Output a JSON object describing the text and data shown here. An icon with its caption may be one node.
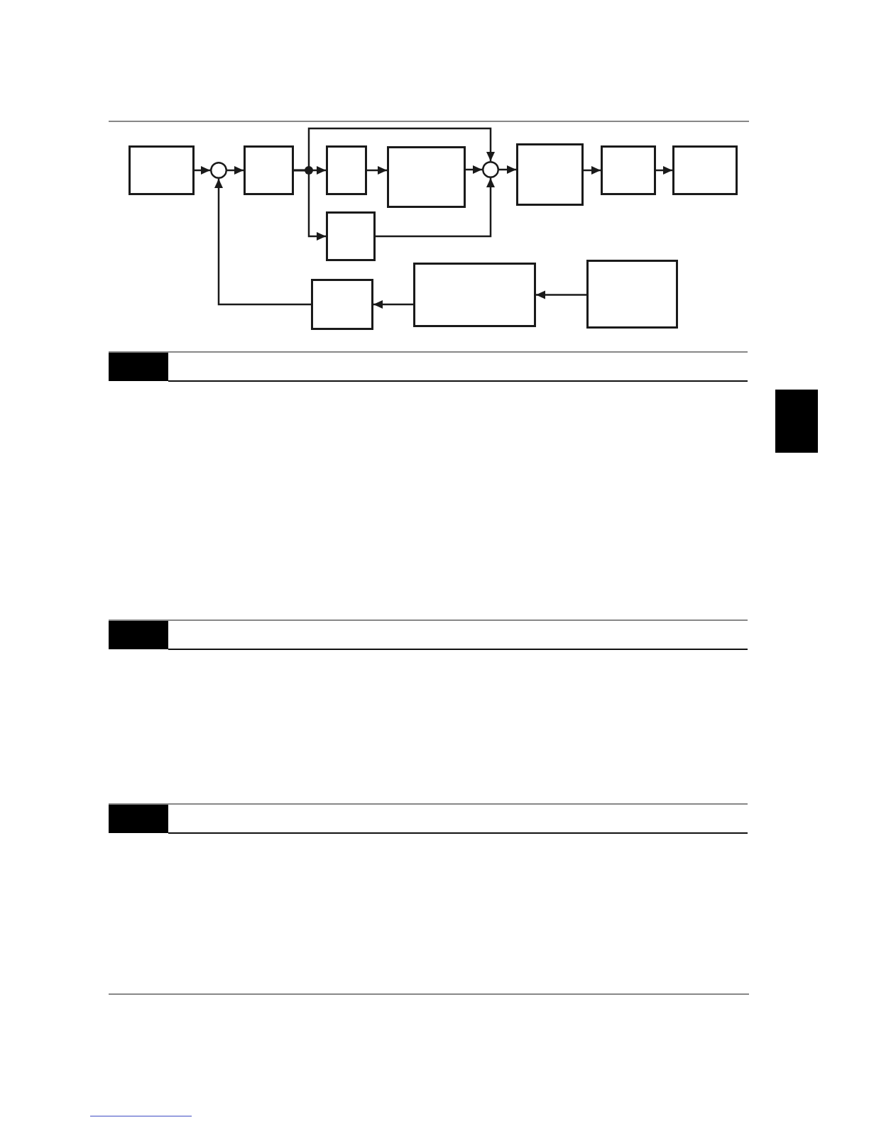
{
  "diagram": {
    "nodes": [
      {
        "text": [],
        "shape": "box"
      },
      {
        "text": [],
        "shape": "circle"
      },
      {
        "text": [],
        "shape": "box"
      },
      {
        "text": [],
        "shape": "box"
      },
      {
        "text": [],
        "shape": "box"
      },
      {
        "text": [],
        "shape": "circle"
      },
      {
        "text": [],
        "shape": "box"
      },
      {
        "text": [],
        "shape": "box"
      },
      {
        "text": [],
        "shape": "box"
      },
      {
        "text": [],
        "shape": "box"
      },
      {
        "text": [],
        "shape": "box"
      },
      {
        "text": [],
        "shape": "box"
      },
      {
        "text": [],
        "shape": "box"
      }
    ],
    "edges": [
      {
        "from": 0,
        "to": 1,
        "arrow": "to"
      },
      {
        "from": 1,
        "to": 2,
        "arrow": "to"
      },
      {
        "from": 2,
        "to": 3,
        "arrow": "to"
      },
      {
        "from": 2,
        "to": 9,
        "arrow": "to"
      },
      {
        "from": 2,
        "to": 5,
        "arrow": "to"
      },
      {
        "from": 3,
        "to": 4,
        "arrow": "to"
      },
      {
        "from": 4,
        "to": 5,
        "arrow": "to"
      },
      {
        "from": 9,
        "to": 5,
        "arrow": "to"
      },
      {
        "from": 5,
        "to": 6,
        "arrow": "to"
      },
      {
        "from": 6,
        "to": 7,
        "arrow": "to"
      },
      {
        "from": 7,
        "to": 8,
        "arrow": "to"
      },
      {
        "from": 12,
        "to": 11,
        "arrow": "to"
      },
      {
        "from": 11,
        "to": 10,
        "arrow": "to"
      },
      {
        "from": 10,
        "to": 1,
        "arrow": "to"
      }
    ]
  }
}
